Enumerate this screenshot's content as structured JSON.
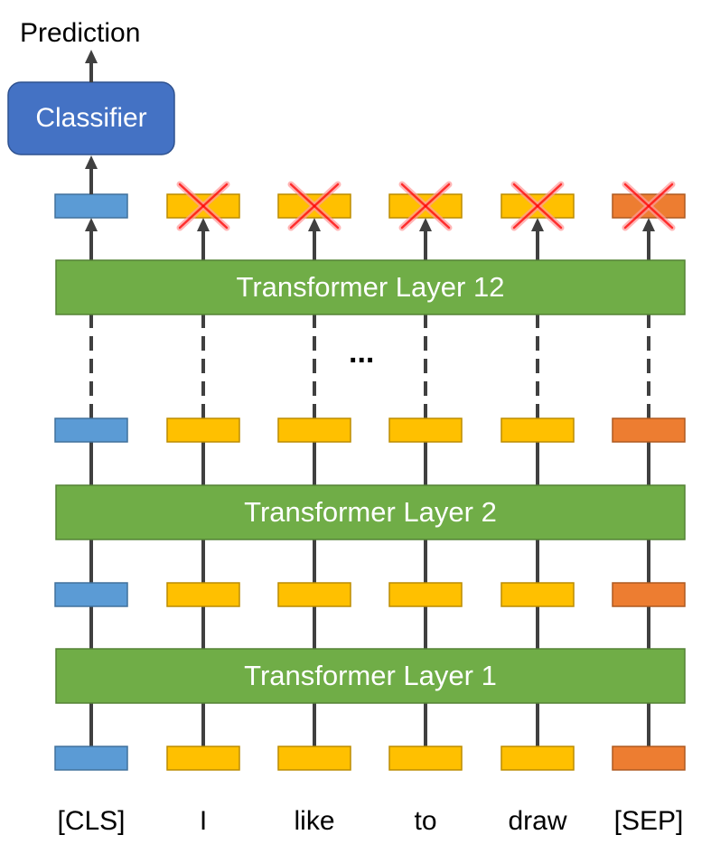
{
  "prediction_label": "Prediction",
  "classifier_label": "Classifier",
  "ellipsis": "...",
  "layers": [
    {
      "label": "Transformer Layer 1"
    },
    {
      "label": "Transformer Layer 2"
    },
    {
      "label": "Transformer Layer 12"
    }
  ],
  "tokens": [
    {
      "text": "[CLS]",
      "kind": "cls",
      "discarded_at_top": false
    },
    {
      "text": "I",
      "kind": "word",
      "discarded_at_top": true
    },
    {
      "text": "like",
      "kind": "word",
      "discarded_at_top": true
    },
    {
      "text": "to",
      "kind": "word",
      "discarded_at_top": true
    },
    {
      "text": "draw",
      "kind": "word",
      "discarded_at_top": true
    },
    {
      "text": "[SEP]",
      "kind": "sep",
      "discarded_at_top": true
    }
  ],
  "colors": {
    "cls": "#5b9bd5",
    "word": "#ffc000",
    "sep": "#ed7d31",
    "layer_fill": "#70ad47",
    "layer_border": "#548235",
    "classifier_fill": "#4472c4",
    "classifier_border": "#2f528f",
    "arrow": "#404040",
    "cross": "#ff0000"
  }
}
